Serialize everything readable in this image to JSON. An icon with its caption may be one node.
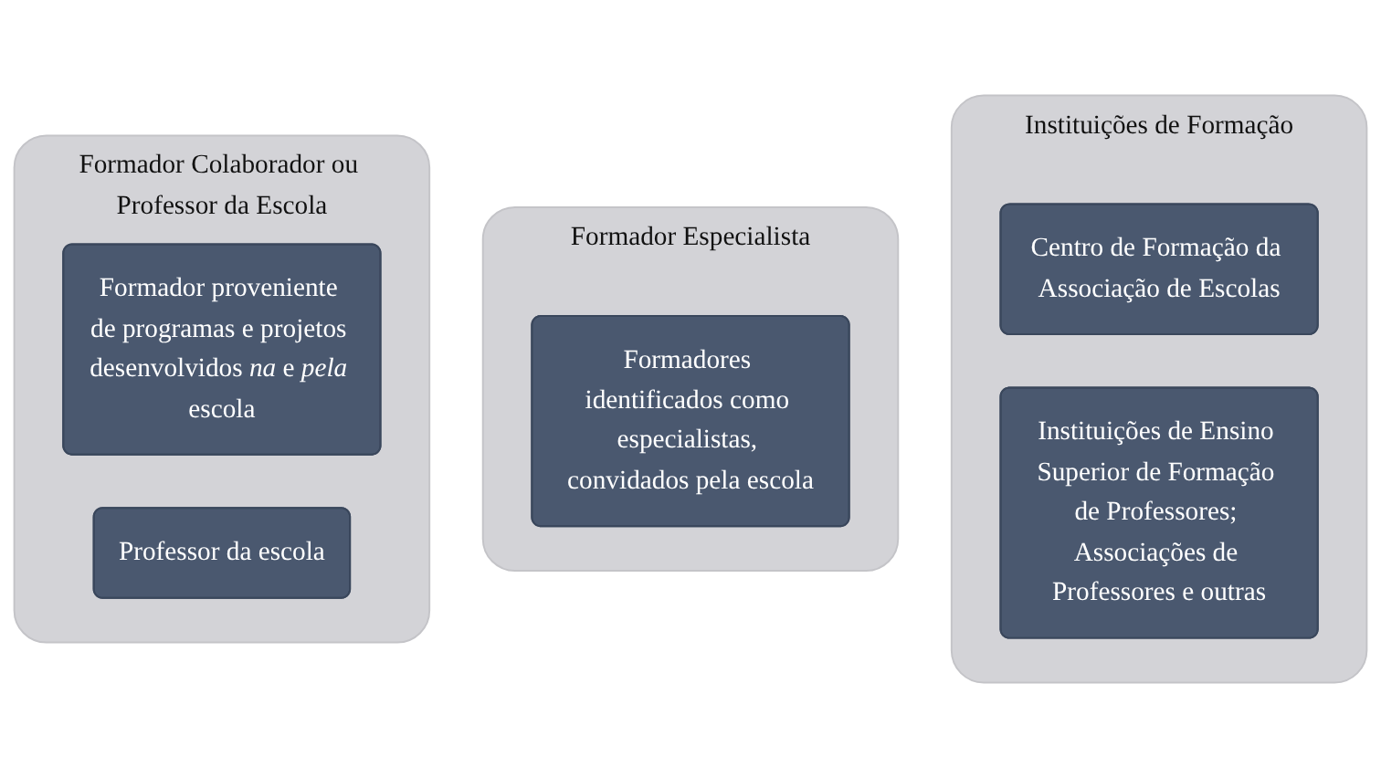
{
  "diagram": {
    "nodes": [
      {
        "text": [
          "Formador Colaborador ou Professor da Escola"
        ]
      },
      {
        "text": [
          "Formador proveniente de programas e projetos desenvolvidos *na* e *pela* escola"
        ],
        "in": 0
      },
      {
        "text": [
          "Professor da escola"
        ],
        "in": 0
      },
      {
        "text": [
          "Formador Especialista"
        ]
      },
      {
        "text": [
          "Formadores identificados como especialistas, convidados pela escola"
        ],
        "in": 3
      },
      {
        "text": [
          "Instituições de Formação"
        ]
      },
      {
        "text": [
          "Centro de Formação da Associação de Escolas"
        ],
        "in": 5
      },
      {
        "text": [
          "Instituições de Ensino Superior de Formação de Professores; Associações de Professores e outras"
        ],
        "in": 5
      }
    ],
    "edges": []
  }
}
